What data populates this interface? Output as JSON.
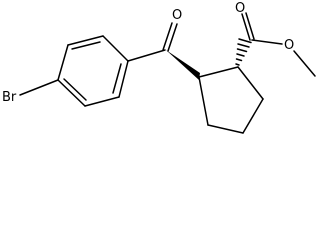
{
  "molecule": {
    "atoms": {
      "bromine": "Br",
      "ketone_oxygen": "O",
      "ester_carbonyl_oxygen": "O",
      "ester_ether_oxygen": "O"
    },
    "stereo_bonds": {
      "ketone_attachment": "wedge",
      "ester_attachment": "hashed-wedge"
    }
  }
}
